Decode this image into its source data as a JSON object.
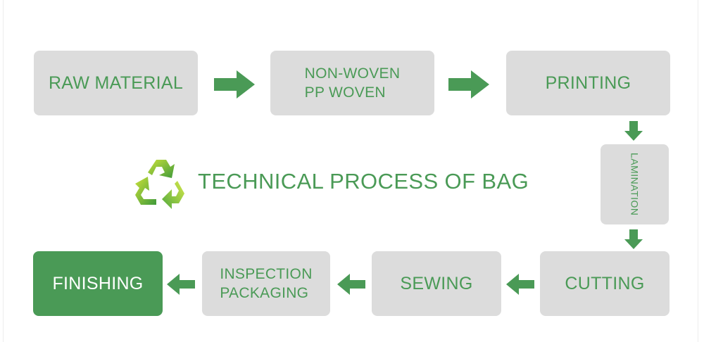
{
  "title": "TECHNICAL PROCESS OF BAG",
  "steps": {
    "raw_material": "RAW MATERIAL",
    "non_woven": [
      "NON-WOVEN",
      "PP WOVEN"
    ],
    "printing": "PRINTING",
    "lamination": "LAMINATION",
    "cutting": "CUTTING",
    "sewing": "SEWING",
    "inspection": [
      "INSPECTION",
      "PACKAGING"
    ],
    "finishing": "FINISHING"
  },
  "colors": {
    "accent_green": "#4a9a56",
    "box_gray": "#dcdcdc"
  },
  "icons": {
    "title_icon": "recycle-icon",
    "flow_arrow": "arrow-icon"
  }
}
